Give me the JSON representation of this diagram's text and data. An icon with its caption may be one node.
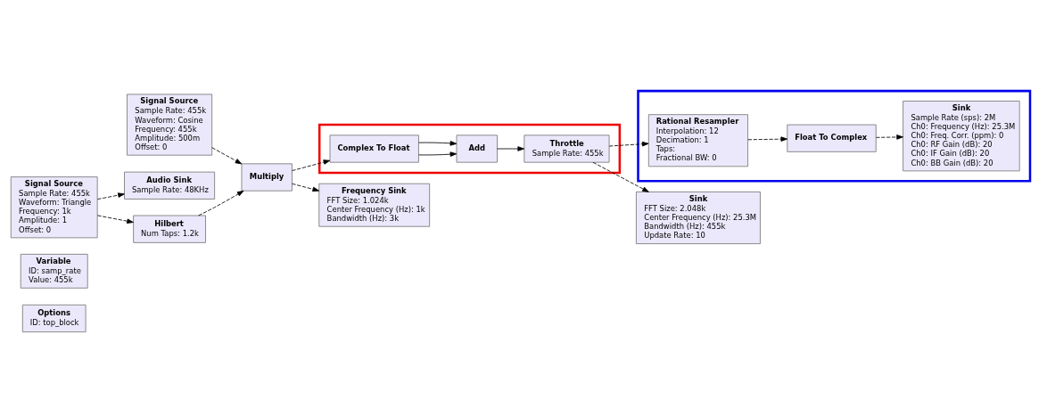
{
  "diagram": {
    "nodes": [
      {
        "text": [
          "Options",
          "ID: top_block"
        ]
      },
      {
        "text": [
          "Variable",
          "ID: samp_rate",
          "Value: 455k"
        ]
      },
      {
        "text": [],
        "shape": "box"
      },
      {
        "text": [
          "Sink",
          "Sample Rate (sps): 2M",
          "Ch0: Frequency (Hz): 25.3M",
          "Ch0: Freq. Corr. (ppm): 0",
          "Ch0: RF Gain (dB): 20",
          "Ch0: IF Gain (dB): 20",
          "Ch0: BB Gain (dB): 20"
        ],
        "in": 2
      },
      {
        "text": [
          "Float To Complex"
        ],
        "in": 2
      },
      {
        "text": [
          "Rational Resampler",
          "Interpolation: 12",
          "Decimation: 1",
          "Taps:",
          "Fractional BW: 0"
        ],
        "in": 2
      },
      {
        "text": [
          "Signal Source",
          "Sample Rate: 455k",
          "Waveform: Triangle",
          "Frequency: 1k",
          "Amplitude: 1",
          "Offset: 0"
        ]
      },
      {
        "text": [
          "Audio Sink",
          "Sample Rate: 48KHz"
        ]
      },
      {
        "text": [
          "Sink",
          "FFT Size: 2.048k",
          "Center Frequency (Hz): 25.3M",
          "Bandwidth (Hz): 455k",
          "Update Rate: 10"
        ]
      },
      {
        "text": [
          "Signal Source",
          "Sample Rate: 455k",
          "Waveform: Cosine",
          "Frequency: 455k",
          "Amplitude: 500m",
          "Offset: 0"
        ]
      },
      {
        "text": [
          "Hilbert",
          "Num Taps: 1.2k"
        ]
      },
      {
        "text": [
          "Multiply"
        ]
      },
      {
        "text": [],
        "shape": "box"
      },
      {
        "text": [
          "Complex To Float"
        ],
        "in": 12
      },
      {
        "text": [
          "Add"
        ],
        "in": 12
      },
      {
        "text": [
          "Throttle",
          "Sample Rate: 455k"
        ],
        "in": 12
      },
      {
        "text": [
          "Frequency Sink",
          "FFT Size: 1.024k",
          "Center Frequency (Hz): 1k",
          "Bandwidth (Hz): 3k"
        ]
      }
    ],
    "edges": [
      {
        "from": 6,
        "to": 7,
        "arrow": "to",
        "style": "dashed"
      },
      {
        "from": 6,
        "to": 10,
        "arrow": "to",
        "style": "dashed"
      },
      {
        "from": 10,
        "to": 11,
        "arrow": "to",
        "style": "dashed"
      },
      {
        "from": 9,
        "to": 11,
        "arrow": "to",
        "style": "dashed"
      },
      {
        "from": 11,
        "to": 13,
        "arrow": "to",
        "style": "dashed"
      },
      {
        "from": 11,
        "to": 16,
        "arrow": "to",
        "style": "dashed"
      },
      {
        "from": 13,
        "to": 14,
        "arrow": "to"
      },
      {
        "from": 13,
        "to": 14,
        "arrow": "to"
      },
      {
        "from": 14,
        "to": 15,
        "arrow": "to"
      },
      {
        "from": 15,
        "to": 8,
        "arrow": "to",
        "style": "dashed"
      },
      {
        "from": 15,
        "to": 5,
        "arrow": "to",
        "style": "dashed"
      },
      {
        "from": 5,
        "to": 4,
        "arrow": "to",
        "style": "dashed"
      },
      {
        "from": 4,
        "to": 3,
        "arrow": "to",
        "style": "dashed"
      }
    ]
  }
}
